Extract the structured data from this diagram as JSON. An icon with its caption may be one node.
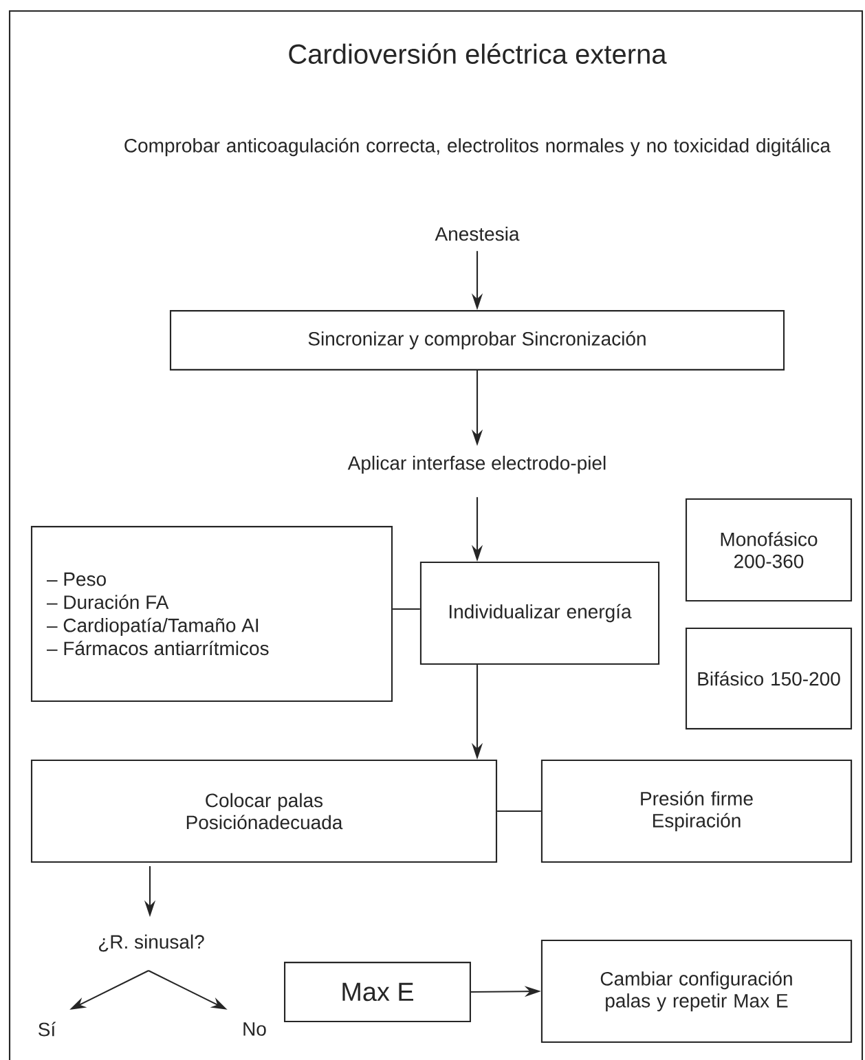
{
  "diagram": {
    "title": "Cardioversión eléctrica externa",
    "nodes": [
      {
        "text": [
          "Anestesia"
        ]
      },
      {
        "text": [
          "Sincronizar y comprobar Sincronización"
        ]
      },
      {
        "text": [
          "Aplicar interfase electrodo-piel"
        ]
      },
      {
        "text": [
          "– Peso",
          "– Duración FA",
          "– Cardiopatía/Tamaño AI",
          "– Fármacos antiarrítmicos"
        ]
      },
      {
        "text": [
          "Individualizar energía"
        ]
      },
      {
        "text": [
          "Monofásico 200-360"
        ]
      },
      {
        "text": [
          "Bifásico 150-200"
        ]
      },
      {
        "text": [
          "Colocar palas Posiciónadecuada"
        ]
      },
      {
        "text": [
          "Presión firme Espiración"
        ]
      },
      {
        "text": [
          "¿R. sinusal?"
        ]
      },
      {
        "text": [
          "Sí"
        ]
      },
      {
        "text": [
          "No"
        ]
      },
      {
        "text": [
          "Max E"
        ]
      },
      {
        "text": [
          "Cambiar configuración palas y repetir Max E"
        ]
      }
    ],
    "edges": [
      {
        "from": 0,
        "to": 1,
        "arrow": "to"
      },
      {
        "from": 1,
        "to": 2,
        "arrow": "to"
      },
      {
        "from": 2,
        "to": 4,
        "arrow": "to"
      },
      {
        "from": 3,
        "to": 4,
        "arrow": "none"
      },
      {
        "from": 4,
        "to": 7,
        "arrow": "to"
      },
      {
        "from": 7,
        "to": 8,
        "arrow": "none"
      },
      {
        "from": 7,
        "to": 9,
        "arrow": "to"
      },
      {
        "from": 9,
        "to": 10,
        "arrow": "to"
      },
      {
        "from": 9,
        "to": 11,
        "arrow": "to"
      },
      {
        "from": 12,
        "to": 13,
        "arrow": "to"
      }
    ],
    "labels": [
      "Comprobar anticoagulación correcta, electrolitos normales y no toxicidad digitálica"
    ]
  }
}
